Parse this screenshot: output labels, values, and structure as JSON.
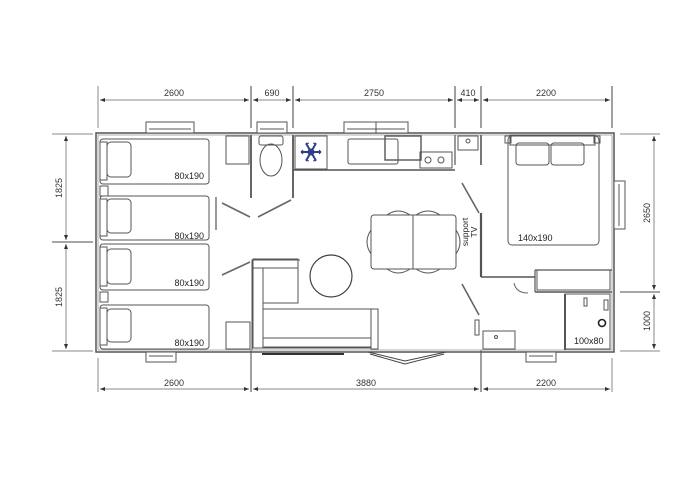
{
  "dimensions": {
    "top": [
      "2600",
      "690",
      "2750",
      "410",
      "2200"
    ],
    "bottom": [
      "2600",
      "3880",
      "2200"
    ],
    "left": [
      "1825",
      "1825"
    ],
    "right": [
      "2650",
      "1000"
    ]
  },
  "rooms": {
    "twin_beds": [
      "80x190",
      "80x190",
      "80x190",
      "80x190"
    ],
    "master_bed": "140x190",
    "shower": "100x80",
    "tv_label_1": "support",
    "tv_label_2": "TV"
  },
  "icons": {
    "fridge": "snowflake-icon"
  },
  "colors": {
    "wall": "#555555",
    "line": "#444444",
    "dim_line": "#888888",
    "snowflake": "#2f3f86",
    "background": "#ffffff"
  }
}
